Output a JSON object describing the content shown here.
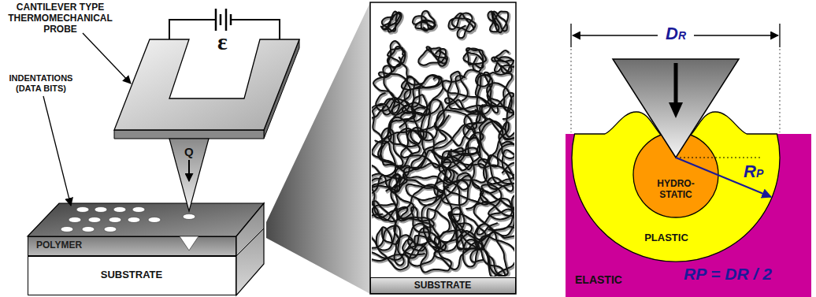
{
  "diagram": {
    "nodes": [
      {
        "text": [
          "POLYMER"
        ]
      },
      {
        "text": [
          "SUBSTRATE"
        ]
      },
      {
        "text": [
          "SUBSTRATE"
        ]
      },
      {
        "text": [
          "ELASTIC",
          "RP = DR / 2"
        ]
      },
      {
        "text": [
          "PLASTIC"
        ],
        "in": 3
      },
      {
        "text": [
          "HYDRO- STATIC"
        ],
        "in": 4
      }
    ],
    "labels": [
      "CANTILEVER TYPE THERMOMECHANICAL PROBE",
      "ε",
      "INDENTATIONS (DATA BITS)",
      "Q",
      "DR",
      "RP"
    ]
  }
}
